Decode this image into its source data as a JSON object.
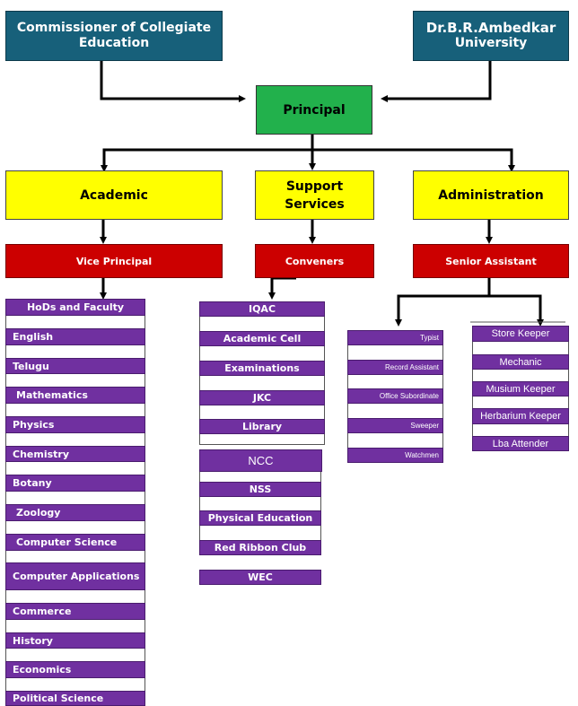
{
  "top_left": "Commissioner of Collegiate Education",
  "top_right_line1": "Dr.B.R.Ambedkar",
  "top_right_line2": "University",
  "principal": "Principal",
  "branches": {
    "academic": "Academic",
    "support": "Support Services",
    "administration": "Administration"
  },
  "heads": {
    "vice_principal": "Vice Principal",
    "conveners": "Conveners",
    "senior_assistant": "Senior Assistant"
  },
  "academic_items": [
    "HoDs and Faculty",
    "English",
    "Telugu",
    "Mathematics",
    "Physics",
    "Chemistry",
    "Botany",
    "Zoology",
    "Computer Science",
    "Computer Applications",
    "Commerce",
    "History",
    "Economics",
    "Political Science"
  ],
  "support_items": [
    "IQAC",
    "Academic Cell",
    "Examinations",
    "JKC",
    "Library",
    "NCC",
    "NSS",
    "Physical Education",
    "Red Ribbon Club",
    "WEC"
  ],
  "admin_items_left": [
    "Typist",
    "Record Assistant",
    "Office Subordinate",
    "Sweeper",
    "Watchmen"
  ],
  "admin_items_right": [
    "Store Keeper",
    "Mechanic",
    "Musium Keeper",
    "Herbarium Keeper",
    "Lba Attender"
  ],
  "colors": {
    "teal": "#17607a",
    "green": "#22b14c",
    "yellow": "#ffff00",
    "red": "#cc0000",
    "purple": "#7030a0"
  }
}
